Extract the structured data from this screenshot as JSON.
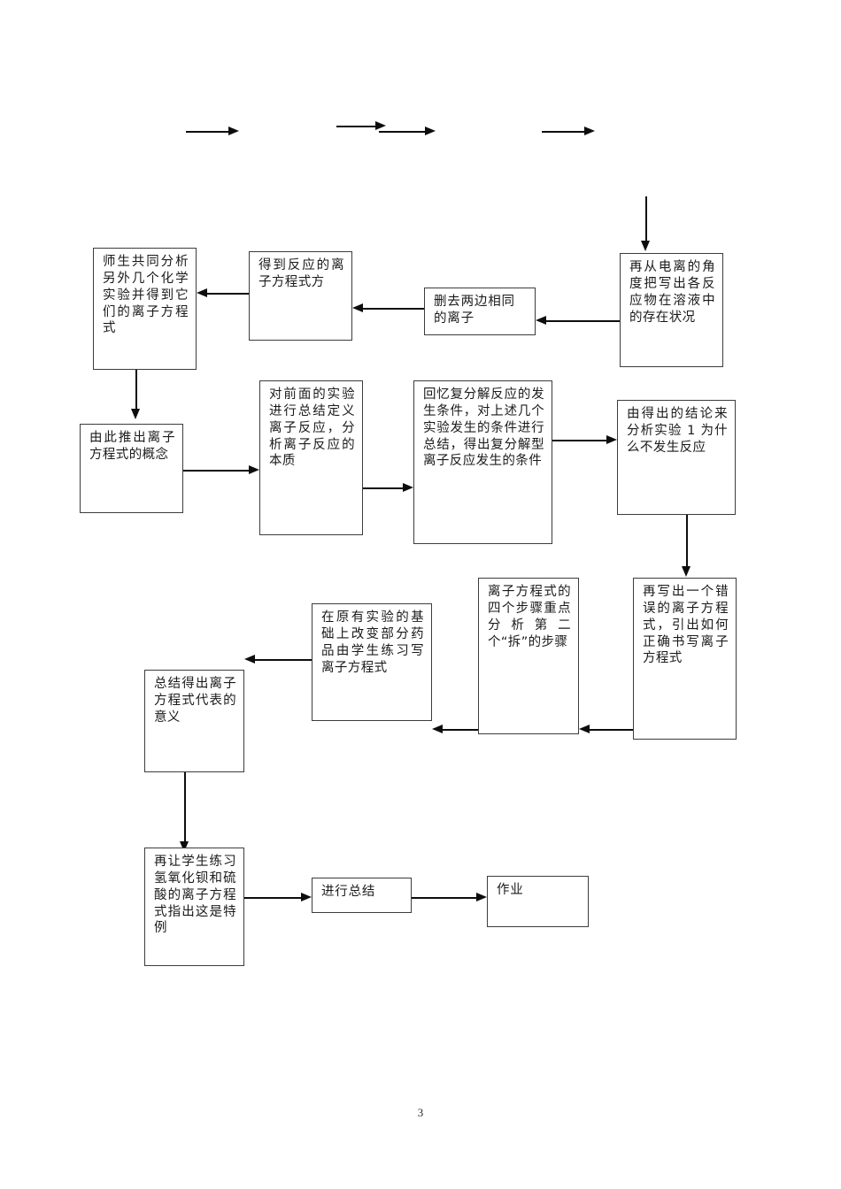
{
  "document": {
    "page_number": "3",
    "ink_color": "#0d0d0d",
    "box_border_color": "#3c3c3c",
    "background_color": "#ffffff"
  },
  "flowchart": {
    "type": "flowchart",
    "nodes": [
      {
        "id": "n1",
        "label": "师生共同分析另外几个化学实验并得到它们的离子方程式"
      },
      {
        "id": "n2",
        "label": "得到反应的离子方程式方"
      },
      {
        "id": "n3",
        "label": "删去两边相同的离子"
      },
      {
        "id": "n4",
        "label": "再从电离的角度把写出各反应物在溶液中的存在状况"
      },
      {
        "id": "n5",
        "label": "由此推出离子方程式的概念"
      },
      {
        "id": "n6",
        "label": "对前面的实验进行总结定义离子反应，分析离子反应的本质"
      },
      {
        "id": "n7",
        "label": "回忆复分解反应的发生条件，对上述几个实验发生的条件进行总结，得出复分解型离子反应发生的条件"
      },
      {
        "id": "n8",
        "label": "由得出的结论来分析实验 1 为什么不发生反应"
      },
      {
        "id": "n9",
        "label": "再写出一个错误的离子方程式，引出如何正确书写离子方程式"
      },
      {
        "id": "n10",
        "label": "离子方程式的四个步骤重点分析第二个“拆”的步骤"
      },
      {
        "id": "n11",
        "label": "在原有实验的基础上改变部分药品由学生练习写离子方程式"
      },
      {
        "id": "n12",
        "label": "总结得出离子方程式代表的意义"
      },
      {
        "id": "n13",
        "label": "再让学生练习氢氧化钡和硫酸的离子方程式指出这是特例"
      },
      {
        "id": "n14",
        "label": "进行总结"
      },
      {
        "id": "n15",
        "label": "作业"
      }
    ],
    "edges": [
      {
        "from": "n4",
        "to": "n3",
        "direction": "left"
      },
      {
        "from": "n3",
        "to": "n2",
        "direction": "left"
      },
      {
        "from": "n2",
        "to": "n1",
        "direction": "left"
      },
      {
        "from": "n1",
        "to": "n5",
        "direction": "down"
      },
      {
        "from": "n5",
        "to": "n6",
        "direction": "right"
      },
      {
        "from": "n6",
        "to": "n7",
        "direction": "right"
      },
      {
        "from": "n7",
        "to": "n8",
        "direction": "right"
      },
      {
        "from": "n8",
        "to": "n9",
        "direction": "down"
      },
      {
        "from": "n9",
        "to": "n10",
        "direction": "left"
      },
      {
        "from": "n10",
        "to": "n11",
        "direction": "left"
      },
      {
        "from": "n11",
        "to": "n12",
        "direction": "left"
      },
      {
        "from": "n12",
        "to": "n13",
        "direction": "down"
      },
      {
        "from": "n13",
        "to": "n14",
        "direction": "right"
      },
      {
        "from": "n14",
        "to": "n15",
        "direction": "right"
      },
      {
        "from": "top-inflow",
        "to": "n4",
        "direction": "down"
      }
    ],
    "stray_arrows": [
      {
        "id": "s1",
        "direction": "right"
      },
      {
        "id": "s2",
        "direction": "right"
      },
      {
        "id": "s3",
        "direction": "right"
      },
      {
        "id": "s4",
        "direction": "right"
      }
    ]
  }
}
